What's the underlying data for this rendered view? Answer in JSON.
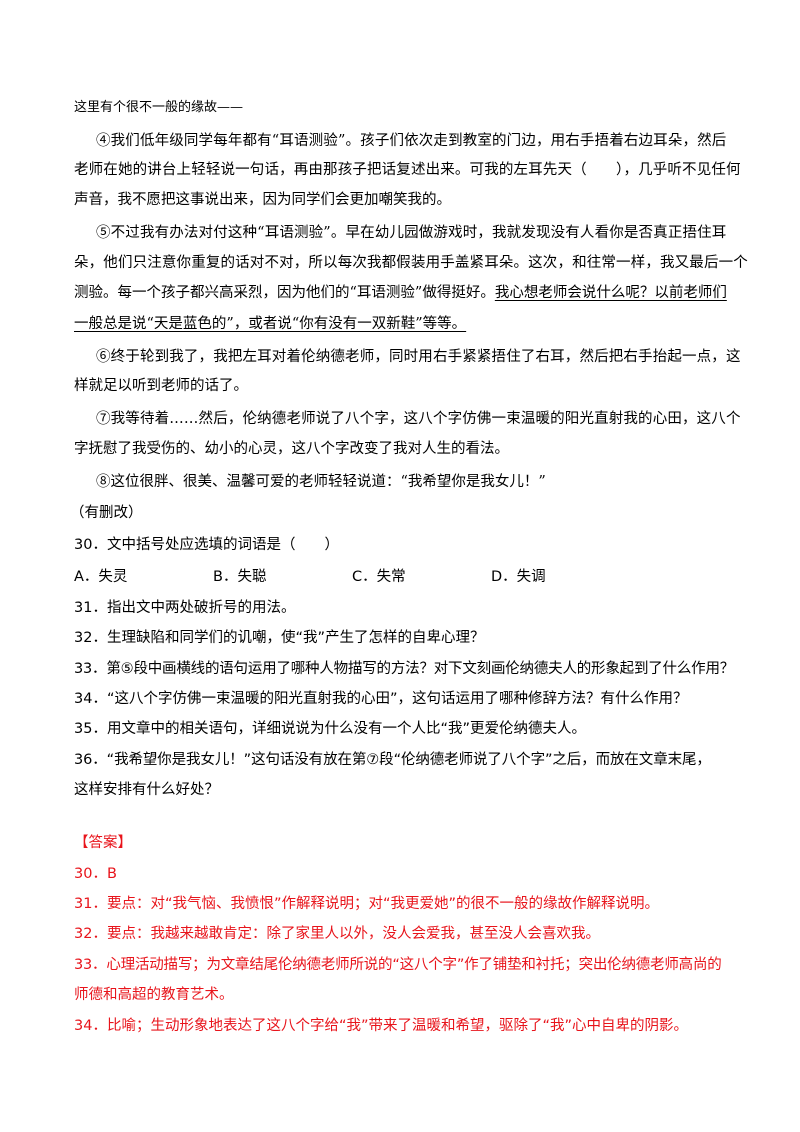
{
  "passage": {
    "intro": "这里有个很不一般的缘故——",
    "p4": [
      "④我们低年级同学每年都有“耳语测验”。孩子们依次走到教室的门边，用右手捂着右边耳朵，然后",
      "老师在她的讲台上轻轻说一句话，再由那孩子把话复述出来。可我的左耳先天（　　），几乎听不见任何",
      "声音，我不愿把这事说出来，因为同学们会更加嘲笑我的。"
    ],
    "p5": {
      "line1": "⑤不过我有办法对付这种“耳语测验”。早在幼儿园做游戏时，我就发现没有人看你是否真正捂住耳",
      "line2": "朵，他们只注意你重复的话对不对，所以每次我都假装用手盖紧耳朵。这次，和往常一样，我又最后一个",
      "line3_plain": "测验。每一个孩子都兴高采烈，因为他们的“耳语测验”做得挺好。",
      "line3_underlined": "我心想老师会说什么呢？以前老师们",
      "line4_underlined": "一般总是说“天是蓝色的”，或者说“你有没有一双新鞋”等等。"
    },
    "p6": [
      "⑥终于轮到我了，我把左耳对着伦纳德老师，同时用右手紧紧捂住了右耳，然后把右手抬起一点，这",
      "样就足以听到老师的话了。"
    ],
    "p7": [
      "⑦我等待着……然后，伦纳德老师说了八个字，这八个字仿佛一束温暖的阳光直射我的心田，这八个",
      "字抚慰了我受伤的、幼小的心灵，这八个字改变了我对人生的看法。"
    ],
    "p8": "⑧这位很胖、很美、温馨可爱的老师轻轻说道：“我希望你是我女儿！”",
    "source_note": "（有删改）"
  },
  "questions": {
    "q30": "30．文中括号处应选填的词语是（　　）",
    "q30_options": [
      "A．失灵",
      "B．失聪",
      "C．失常",
      "D．失调"
    ],
    "q31": "31．指出文中两处破折号的用法。",
    "q32": "32．生理缺陷和同学们的讥嘲，使“我”产生了怎样的自卑心理？",
    "q33": "33．第⑤段中画横线的语句运用了哪种人物描写的方法？对下文刻画伦纳德夫人的形象起到了什么作用？",
    "q34": "34．“这八个字仿佛一束温暖的阳光直射我的心田”，这句话运用了哪种修辞方法？有什么作用？",
    "q35": "35．用文章中的相关语句，详细说说为什么没有一个人比“我”更爱伦纳德夫人。",
    "q36": [
      "36．“我希望你是我女儿！”这句话没有放在第⑦段“伦纳德老师说了八个字”之后，而放在文章末尾，",
      "这样安排有什么好处？"
    ]
  },
  "answers": {
    "heading": "【答案】",
    "a30": "30．B",
    "a31": "31．要点：对“我气恼、我愤恨”作解释说明；对“我更爱她”的很不一般的缘故作解释说明。",
    "a32": "32．要点：我越来越敢肯定：除了家里人以外，没人会爱我，甚至没人会喜欢我。",
    "a33": [
      "33．心理活动描写；为文章结尾伦纳德老师所说的“这八个字”作了铺垫和衬托；突出伦纳德老师高尚的",
      "师德和高超的教育艺术。"
    ],
    "a34": "34．比喻；生动形象地表达了这八个字给“我”带来了温暖和希望，驱除了“我”心中自卑的阴影。"
  },
  "colors": {
    "answer_text": "#e8141b",
    "body_text": "#000000"
  }
}
